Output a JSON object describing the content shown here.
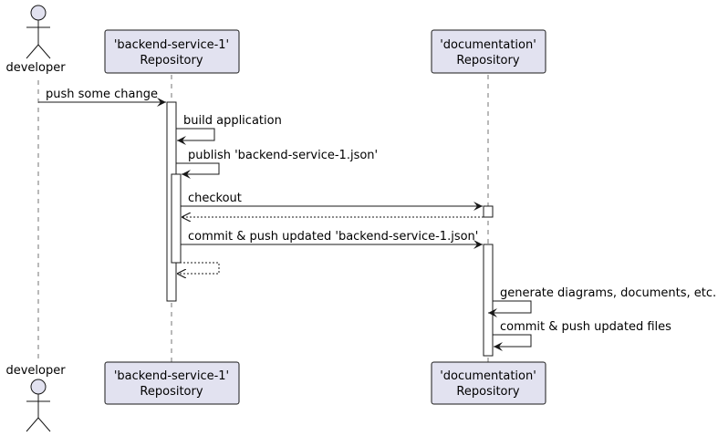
{
  "participants": {
    "developer": {
      "label": "developer"
    },
    "backend": {
      "line1": "'backend-service-1'",
      "line2": "Repository"
    },
    "documentation": {
      "line1": "'documentation'",
      "line2": "Repository"
    }
  },
  "messages": {
    "m1": "push some change",
    "m2": "build application",
    "m3": "publish 'backend-service-1.json'",
    "m4": "checkout",
    "m5": "commit & push updated 'backend-service-1.json'",
    "m6": "generate diagrams, documents, etc.",
    "m7": "commit & push updated files"
  },
  "colors": {
    "participant_fill": "#e2e2f0",
    "stroke": "#181818"
  }
}
